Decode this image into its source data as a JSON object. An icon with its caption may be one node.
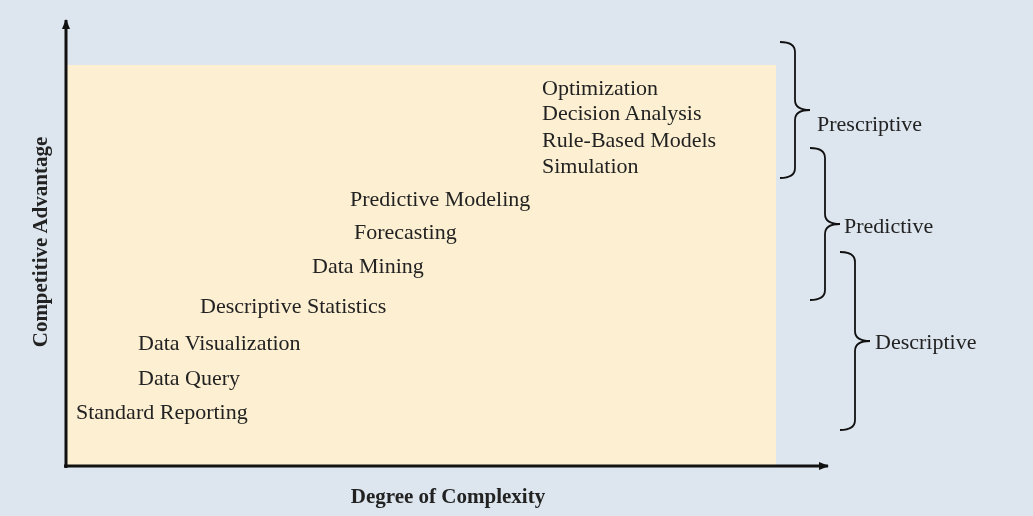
{
  "diagram": {
    "labels": [
      "Optimization",
      "Decision Analysis",
      "Rule-Based Models",
      "Prescriptive",
      "Simulation",
      "Predictive Modeling",
      "Predictive",
      "Forecasting",
      "Data Mining",
      "Descriptive Statistics",
      "Data Visualization",
      "Descriptive",
      "Data Query",
      "Standard Reporting",
      "Competitive Advantage",
      "Degree of Complexity"
    ]
  }
}
